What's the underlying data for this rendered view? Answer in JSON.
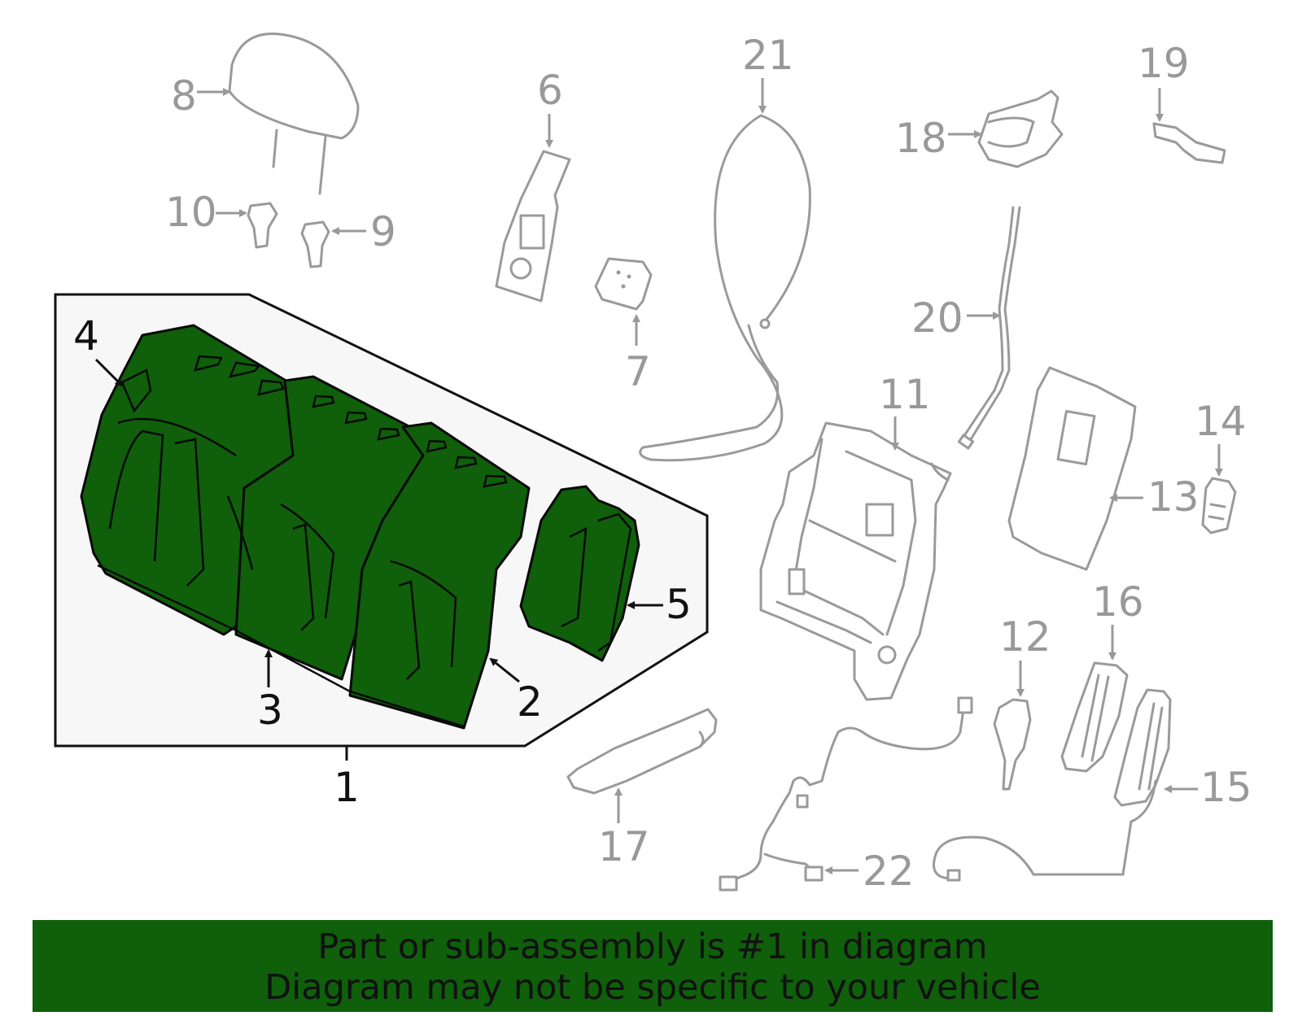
{
  "callouts": {
    "c1": "1",
    "c2": "2",
    "c3": "3",
    "c4": "4",
    "c5": "5",
    "c6": "6",
    "c7": "7",
    "c8": "8",
    "c9": "9",
    "c10": "10",
    "c11": "11",
    "c12": "12",
    "c13": "13",
    "c14": "14",
    "c15": "15",
    "c16": "16",
    "c17": "17",
    "c18": "18",
    "c19": "19",
    "c20": "20",
    "c21": "21",
    "c22": "22"
  },
  "banner": {
    "line1": "Part or sub-assembly is #1 in diagram",
    "line2": "Diagram may not be specific to your vehicle"
  },
  "colors": {
    "highlight": "#0f5f0b",
    "callout_grey": "#999999",
    "callout_black": "#111111"
  }
}
